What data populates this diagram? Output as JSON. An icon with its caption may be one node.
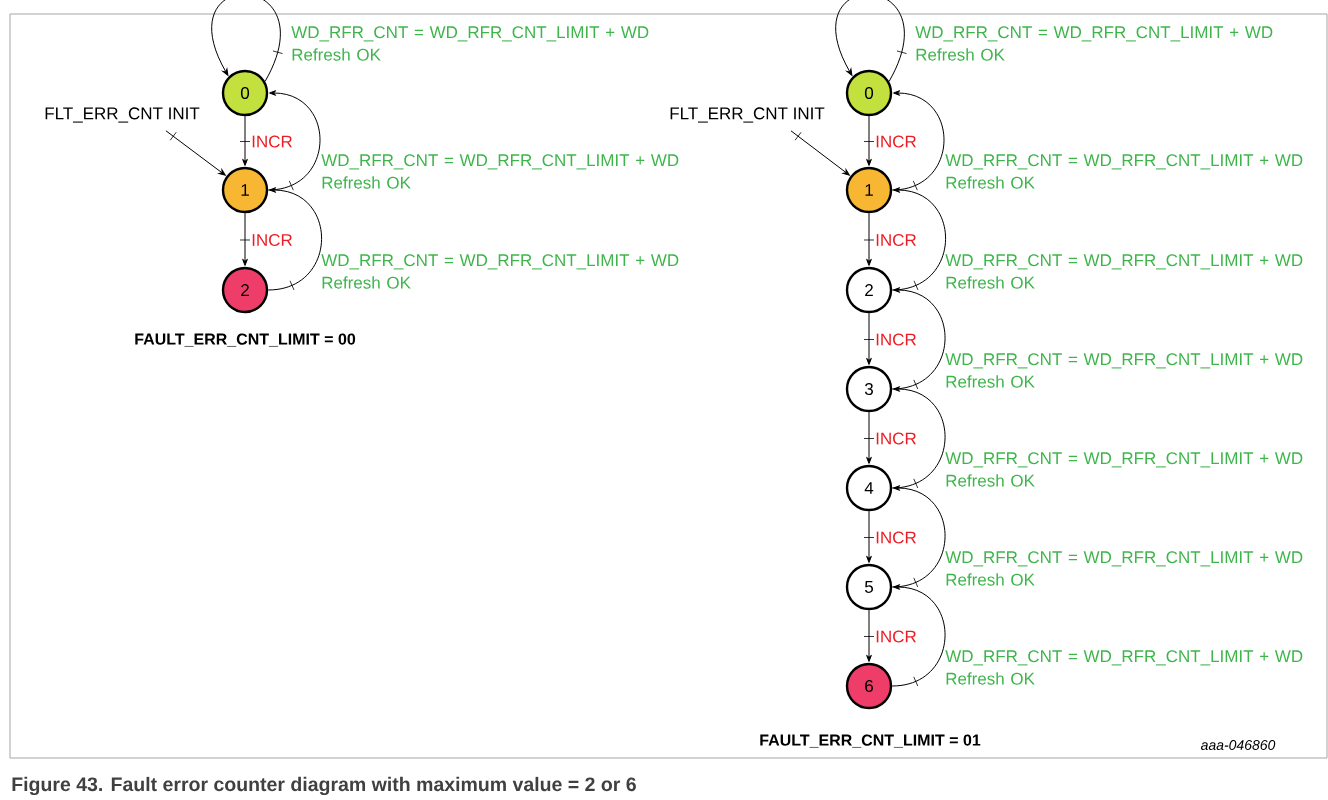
{
  "diagram": {
    "caption": "Figure 43.  Fault error counter diagram with maximum value = 2 or 6",
    "nodes": [
      {
        "text": [
          "0"
        ]
      },
      {
        "text": [
          "FLT_ERR_CNT INIT"
        ]
      },
      {
        "text": [
          "1"
        ]
      },
      {
        "text": [
          "2"
        ]
      },
      {
        "text": [
          "0"
        ]
      },
      {
        "text": [
          "FLT_ERR_CNT INIT"
        ]
      },
      {
        "text": [
          "1"
        ]
      },
      {
        "text": [
          "2"
        ]
      },
      {
        "text": [
          "3"
        ]
      },
      {
        "text": [
          "4"
        ]
      },
      {
        "text": [
          "5"
        ]
      },
      {
        "text": [
          "6"
        ]
      }
    ],
    "edges": [
      {
        "from": 0,
        "to": 0,
        "arrow": "to",
        "label": "WD_RFR_CNT = WD_RFR_CNT_LIMIT + WD Refresh OK"
      },
      {
        "from": 1,
        "to": 2,
        "arrow": "to"
      },
      {
        "from": 0,
        "to": 2,
        "arrow": "to",
        "label": "INCR"
      },
      {
        "from": 2,
        "to": 0,
        "arrow": "to",
        "label": "WD_RFR_CNT = WD_RFR_CNT_LIMIT + WD Refresh OK"
      },
      {
        "from": 2,
        "to": 3,
        "arrow": "to",
        "label": "INCR"
      },
      {
        "from": 3,
        "to": 2,
        "arrow": "to",
        "label": "WD_RFR_CNT = WD_RFR_CNT_LIMIT + WD Refresh OK"
      },
      {
        "from": 4,
        "to": 4,
        "arrow": "to",
        "label": "WD_RFR_CNT = WD_RFR_CNT_LIMIT + WD Refresh OK"
      },
      {
        "from": 5,
        "to": 6,
        "arrow": "to"
      },
      {
        "from": 4,
        "to": 6,
        "arrow": "to",
        "label": "INCR"
      },
      {
        "from": 6,
        "to": 4,
        "arrow": "to",
        "label": "WD_RFR_CNT = WD_RFR_CNT_LIMIT + WD Refresh OK"
      },
      {
        "from": 6,
        "to": 7,
        "arrow": "to",
        "label": "INCR"
      },
      {
        "from": 7,
        "to": 6,
        "arrow": "to",
        "label": "WD_RFR_CNT = WD_RFR_CNT_LIMIT + WD Refresh OK"
      },
      {
        "from": 7,
        "to": 8,
        "arrow": "to",
        "label": "INCR"
      },
      {
        "from": 8,
        "to": 7,
        "arrow": "to",
        "label": "WD_RFR_CNT = WD_RFR_CNT_LIMIT + WD Refresh OK"
      },
      {
        "from": 8,
        "to": 9,
        "arrow": "to",
        "label": "INCR"
      },
      {
        "from": 9,
        "to": 8,
        "arrow": "to",
        "label": "WD_RFR_CNT = WD_RFR_CNT_LIMIT + WD Refresh OK"
      },
      {
        "from": 9,
        "to": 10,
        "arrow": "to",
        "label": "INCR"
      },
      {
        "from": 10,
        "to": 9,
        "arrow": "to",
        "label": "WD_RFR_CNT = WD_RFR_CNT_LIMIT + WD Refresh OK"
      },
      {
        "from": 10,
        "to": 11,
        "arrow": "to",
        "label": "INCR"
      },
      {
        "from": 11,
        "to": 10,
        "arrow": "to",
        "label": "WD_RFR_CNT = WD_RFR_CNT_LIMIT + WD Refresh OK"
      }
    ],
    "labels": [
      "FAULT_ERR_CNT_LIMIT = 00",
      "FAULT_ERR_CNT_LIMIT = 01",
      "aaa-046860"
    ]
  }
}
